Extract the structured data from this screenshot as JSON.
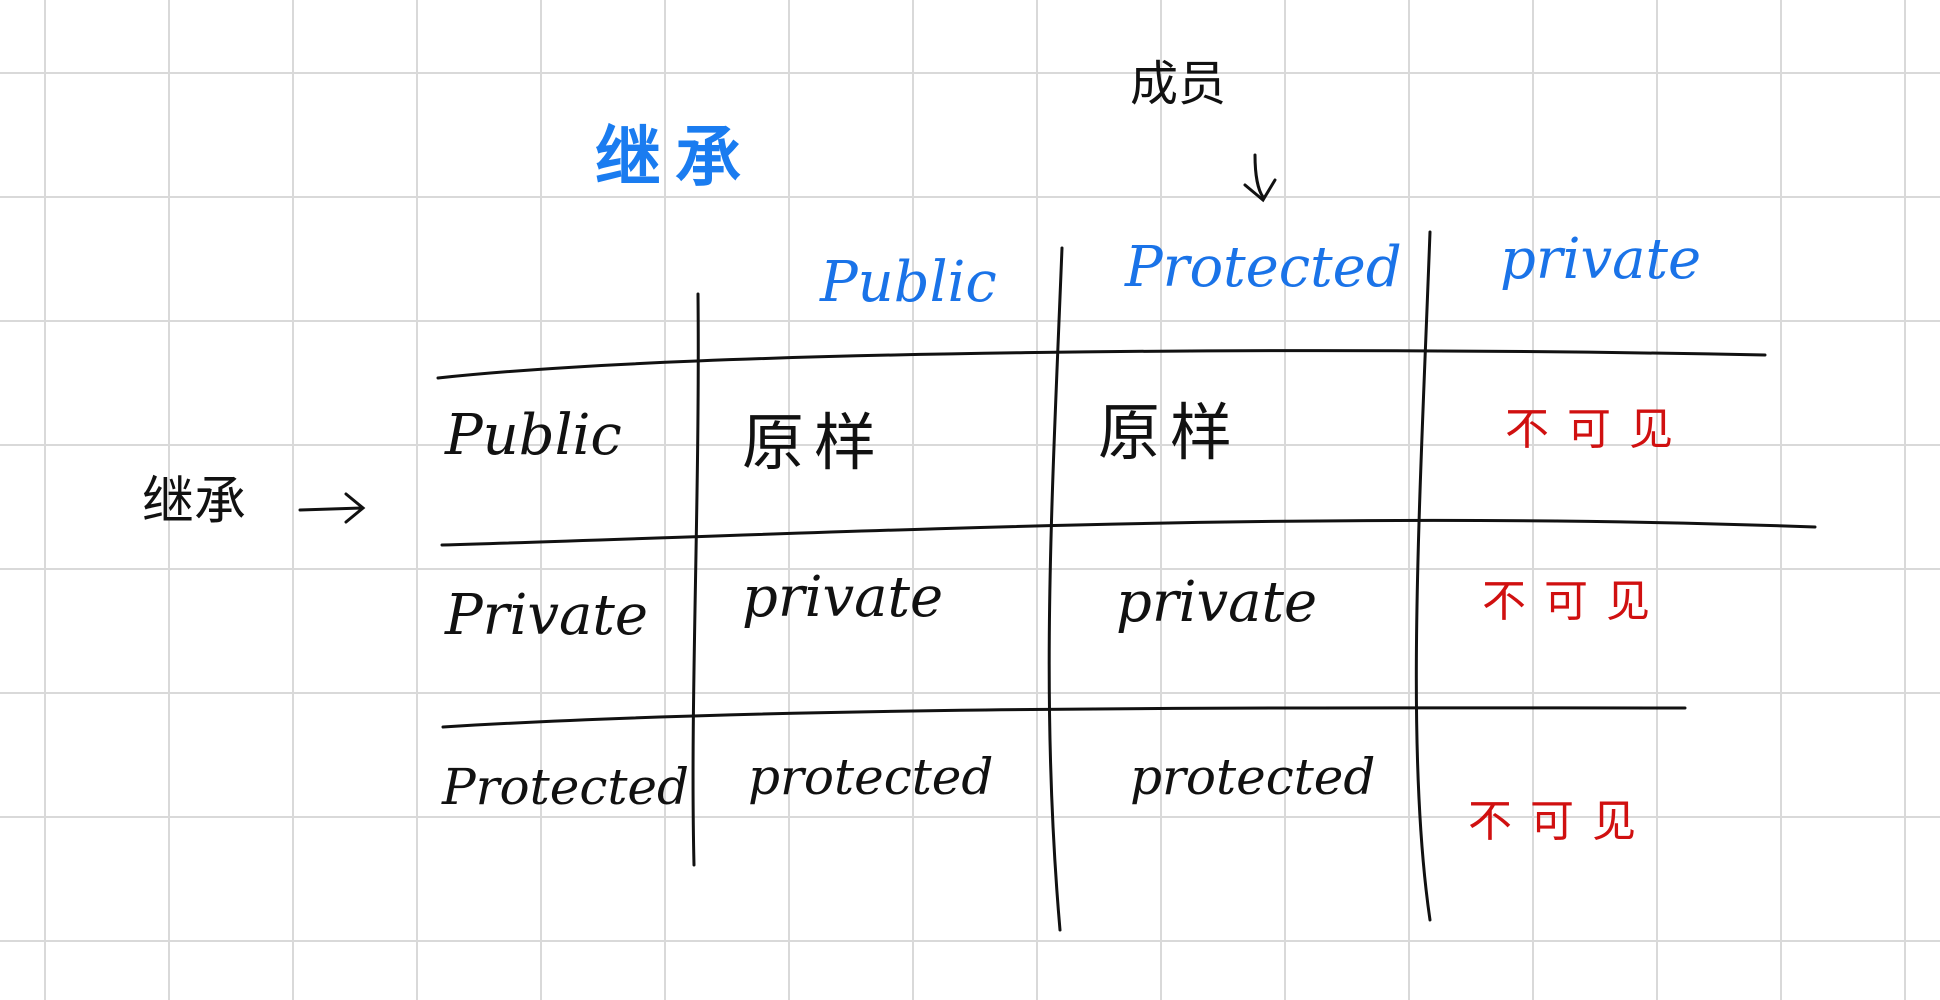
{
  "title": "继承",
  "member_label": "成员",
  "inheritance_label": "继承",
  "columns": [
    "Public",
    "Protected",
    "private"
  ],
  "rows": [
    {
      "label": "Public",
      "cells": [
        "原样",
        "原样",
        "不可见"
      ]
    },
    {
      "label": "Private",
      "cells": [
        "private",
        "private",
        "不可见"
      ]
    },
    {
      "label": "Protected",
      "cells": [
        "protected",
        "protected",
        "不可见"
      ]
    }
  ],
  "colors": {
    "heading": "#1a7cf0",
    "ink": "#111111",
    "invisible": "#d01010",
    "grid": "#d9d9d9"
  }
}
